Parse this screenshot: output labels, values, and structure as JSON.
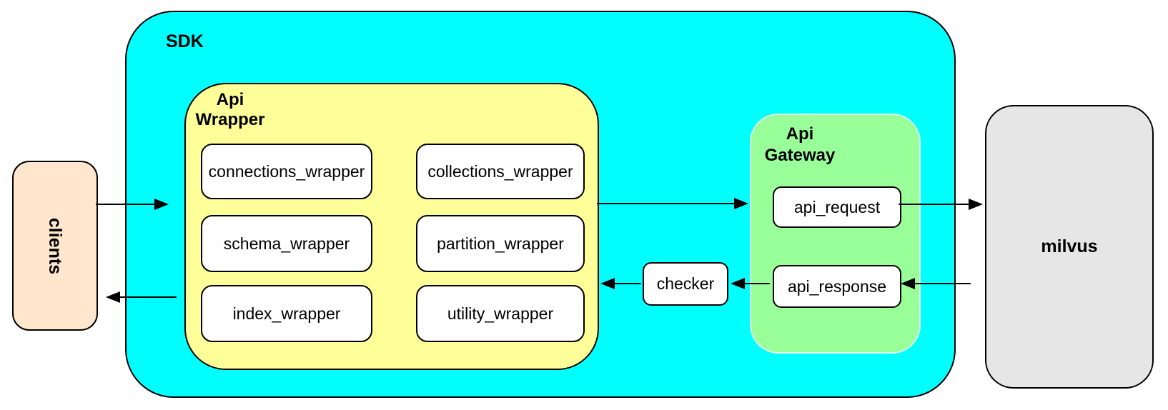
{
  "containers": {
    "sdk": {
      "label": "SDK",
      "fill": "#00FFFF"
    },
    "api_wrapper": {
      "title": "Api\nWrapper",
      "fill": "#FFFF99",
      "nodes": [
        "connections_wrapper",
        "collections_wrapper",
        "schema_wrapper",
        "partition_wrapper",
        "index_wrapper",
        "utility_wrapper"
      ]
    },
    "api_gateway": {
      "title": "Api\nGateway",
      "fill": "#99FF99",
      "nodes": [
        "api_request",
        "api_response"
      ]
    }
  },
  "nodes": {
    "clients": {
      "label": "clients",
      "fill": "#FFE6CC"
    },
    "checker": {
      "label": "checker",
      "fill": "#FFFFFF"
    },
    "milvus": {
      "label": "milvus",
      "fill": "#E6E6E6"
    }
  },
  "edges": [
    {
      "from": "clients",
      "to": "sdk",
      "direction": "right"
    },
    {
      "from": "sdk",
      "to": "clients",
      "direction": "left"
    },
    {
      "from": "api_wrapper",
      "to": "api_gateway",
      "direction": "right"
    },
    {
      "from": "api_request",
      "to": "milvus",
      "direction": "right"
    },
    {
      "from": "milvus",
      "to": "api_response",
      "direction": "left"
    },
    {
      "from": "api_response",
      "to": "checker",
      "direction": "left"
    },
    {
      "from": "checker",
      "to": "api_wrapper",
      "direction": "left"
    }
  ],
  "colors": {
    "border": "#000000",
    "node_fill": "#FFFFFF",
    "background": "#FFFFFF"
  }
}
